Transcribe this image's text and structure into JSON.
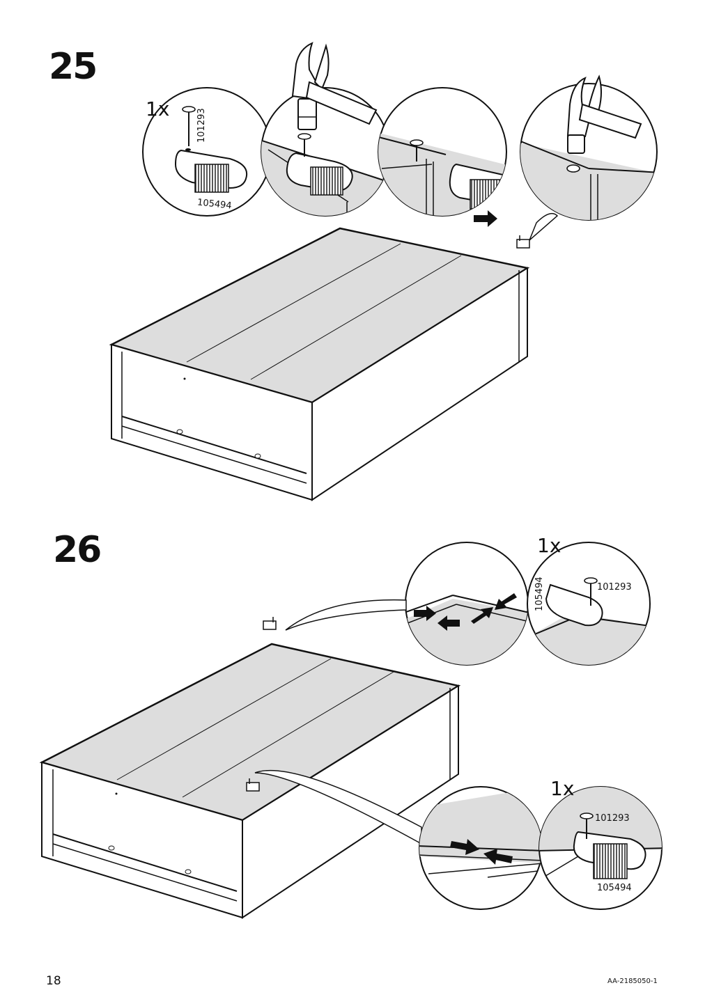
{
  "page_number": "18",
  "doc_code": "AA-2185050-1",
  "steps": [
    {
      "number": "25",
      "quantity": "1x",
      "nail_part": "101293",
      "glide_part": "105494"
    },
    {
      "number": "26",
      "callouts": [
        {
          "quantity": "1x",
          "nail_part": "101293",
          "glide_part": "105494"
        },
        {
          "quantity": "1x",
          "nail_part": "101293",
          "glide_part": "105494"
        }
      ]
    }
  ],
  "icons": [
    "hammer-icon",
    "nail-icon",
    "glide-icon",
    "arrow-icon",
    "drawer-frame-icon"
  ]
}
